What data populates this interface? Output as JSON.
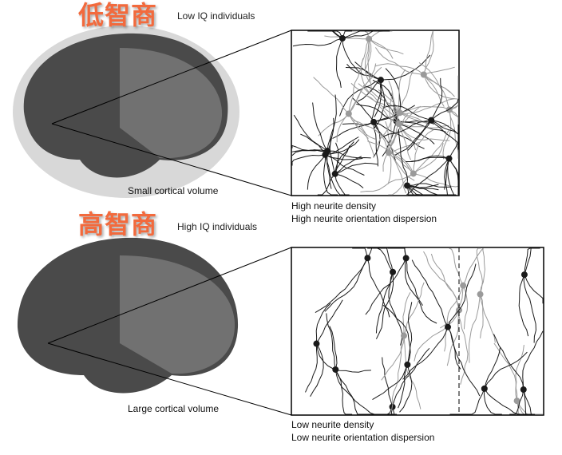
{
  "top": {
    "overlay_label": "低智商",
    "group_label": "Low IQ individuals",
    "volume_label": "Small cortical volume",
    "neurite_density": "High neurite density",
    "orientation_dispersion": "High neurite orientation dispersion"
  },
  "bottom": {
    "overlay_label": "高智商",
    "group_label": "High IQ individuals",
    "volume_label": "Large cortical volume",
    "neurite_density": "Low neurite density",
    "orientation_dispersion": "Low neurite orientation dispersion"
  },
  "colors": {
    "overlay": "#f26a3d",
    "brain": "#4a4a4a",
    "neuron_dark": "#1a1a1a",
    "neuron_light": "#9a9a9a"
  }
}
